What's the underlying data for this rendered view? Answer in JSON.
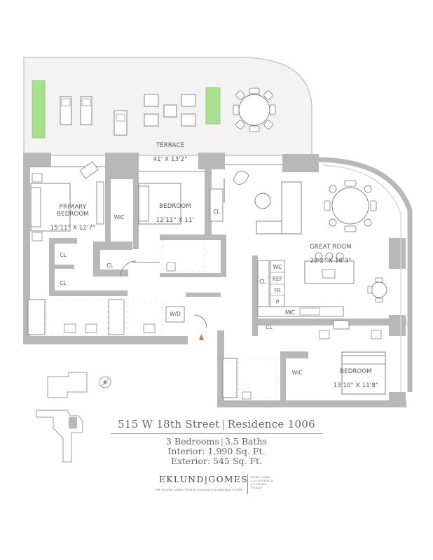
{
  "rooms": {
    "terrace": {
      "name": "TERRACE",
      "dims": "41' X 13'2\""
    },
    "primary_bedroom": {
      "name": "PRIMARY\nBEDROOM",
      "dims": "15'11\" X 12'7\""
    },
    "bedroom_2": {
      "name": "BEDROOM",
      "dims": "12'11\" X 11'"
    },
    "great_room": {
      "name": "GREAT ROOM",
      "dims": "28'2\" X 16'3\""
    },
    "bedroom_3": {
      "name": "BEDROOM",
      "dims": "13'10\" X 11'8\""
    }
  },
  "labels": {
    "wic": "WIC",
    "cl": "CL",
    "wd": "W/D",
    "wc": "WC",
    "ref": "REF",
    "fr": "FR",
    "pantry": "P",
    "mic": "MIC"
  },
  "listing": {
    "address": "515 W 18th Street",
    "residence": "Residence 1006",
    "bedrooms": "3 Bedrooms",
    "baths": "3.5 Baths",
    "interior": "Interior: 1,990 Sq. Ft.",
    "exterior": "Exterior: 545 Sq. Ft."
  },
  "brand": {
    "name": "EKLUND|GOMES",
    "tagline": "THE EKLUND GOMES TEAM AT DOUGLAS ELLIMAN REAL ESTATE",
    "locations": "NEW YORK\nCALIFORNIA\nFLORIDA\nTEXAS"
  },
  "colors": {
    "wall": "#b8b8b8",
    "terrace": "#f1f1f1",
    "planter": "#a7e08f",
    "marker": "#e07a2f"
  }
}
